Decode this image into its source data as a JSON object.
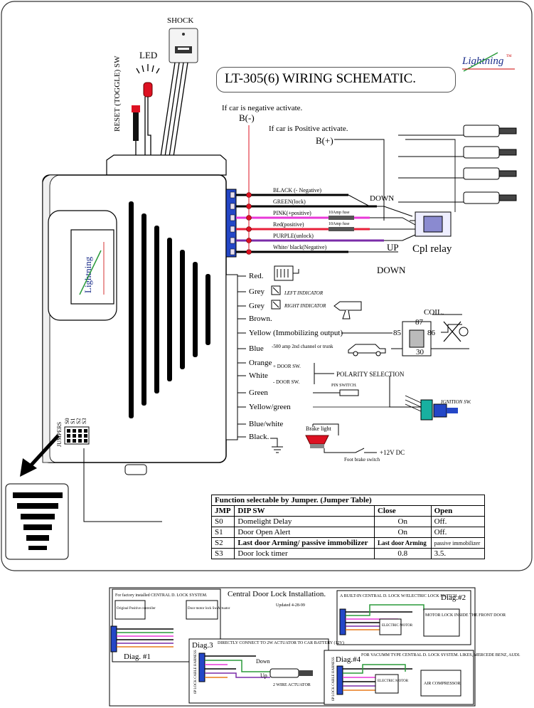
{
  "title": "LT-305(6) WIRING SCHEMATIC.",
  "brand": "Lightning",
  "brand_tm": "TM",
  "top_labels": {
    "shock": "SHOCK",
    "led": "LED",
    "reset": "RESET (TOGGLE) SW"
  },
  "activation": {
    "negative_note": "If car is negative activate.",
    "negative_ref": "B(-)",
    "positive_note": "If car is Positive activate.",
    "positive_ref": "B(+)"
  },
  "door_wires": [
    {
      "label": "BLACK (- Negative)",
      "color": "#000000"
    },
    {
      "label": "GREEN(lock)",
      "color": "#000000"
    },
    {
      "label": "PINK(+positive)",
      "color": "#e838d8"
    },
    {
      "label": "Red(positive)",
      "color": "#e8203a"
    },
    {
      "label": "PURPLE(unlock)",
      "color": "#7a2ca8"
    },
    {
      "label": "White/ black(Negative)",
      "color": "#000000"
    }
  ],
  "fuse_label": "10Amp fuse",
  "relay": {
    "down": "DOWN",
    "up": "UP",
    "name": "Cpl relay"
  },
  "main_wires": [
    "Red.",
    "Grey",
    "Grey",
    "Brown.",
    "Yellow (Immobilizing output)",
    "Blue",
    "Orange",
    "White",
    "Green",
    "Yellow/green",
    "Blue/white",
    "Black."
  ],
  "indicators": {
    "left": "LEFT INDICATOR",
    "right": "RIGHT INDICATOR",
    "down": "DOWN",
    "blue_note": "-500 amp 2nd channel or trunk",
    "door_sw_pos": "+ DOOR SW.",
    "door_sw_neg": "- DOOR SW.",
    "polarity": "POLARITY SELECTION",
    "pin_switch": "PIN SWITCH.",
    "brake_light": "Brake light",
    "foot_brake": "Foot brake switch",
    "plus12": "+12V DC",
    "ignition": "IGNITION SW."
  },
  "coil": {
    "label": "COIL.",
    "pins": [
      "87",
      "85",
      "86",
      "30"
    ]
  },
  "jumpers": {
    "label": "JUMPERS",
    "names": [
      "S0",
      "S1",
      "S2",
      "S3"
    ]
  },
  "jumper_table": {
    "caption": "Function selectable by Jumper. (Jumper Table)",
    "headers": [
      "JMP",
      "DIP SW",
      "Close",
      "Open"
    ],
    "rows": [
      [
        "S0",
        "Domelight Delay",
        "On",
        "Off."
      ],
      [
        "S1",
        "Door Open Alert",
        "On",
        "Off."
      ],
      [
        "S2",
        "Last door Arming/ passive immobilizer",
        "Last door Arming",
        "passive immobilizer"
      ],
      [
        "S3",
        "Door lock timer",
        "0.8",
        "3.5."
      ]
    ]
  },
  "central_lock": {
    "title": "Central Door Lock Installation.",
    "updated": "Updated 4-28-99",
    "diag1": {
      "label": "Diag. #1",
      "header": "For factory installed CENTRAL D. LOCK SYSTEM.",
      "box1": "Original Positive controller",
      "box2": "Door motor lock Sw.Actuator"
    },
    "diag2": {
      "label": "Diag.#2",
      "header": "A BUILT-IN CENTRAL D. LOCK W/ELECTRIC LOCK SWITCH.",
      "motor": "ELECTRIC MOTOR",
      "lock": "MOTOR LOCK INSIDE THE FRONT DOOR"
    },
    "diag3": {
      "label": "Diag.3",
      "header": "DIRECTLY CONNECT TO 2W ACTUATOR TO CAR BATTERY (12V)",
      "down": "Down",
      "up": "Up",
      "actuator": "2 WIRE ACTUATOR"
    },
    "diag4": {
      "label": "Diag.#4",
      "header": "FOR VACUMM TYPE CENTRAL D. LOCK SYSTEM. LIKES, MERCEDE BENZ, AUDI.",
      "motor": "ELECTRIC MOTOR",
      "comp": "AIR COMPRESSOR"
    },
    "side_label": "6P LOCK CABLE HARNESS",
    "wires": [
      "BLACK",
      "GREEN",
      "PINK",
      "WHITE",
      "PURPLE",
      "ORANGE"
    ]
  }
}
